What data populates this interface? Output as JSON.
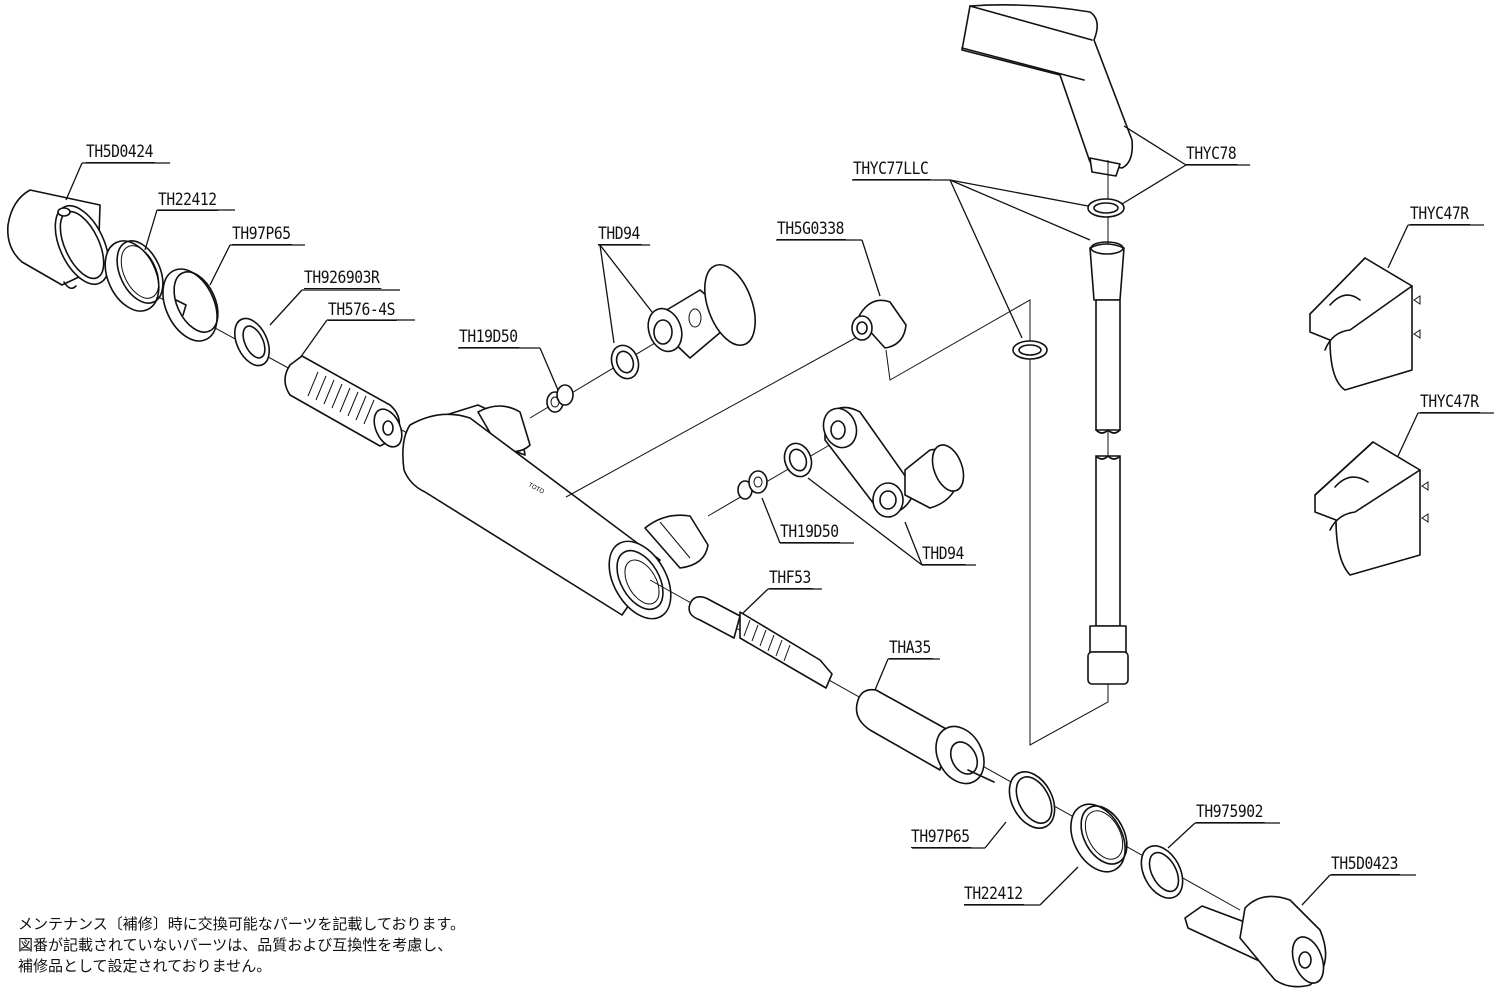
{
  "diagram": {
    "title": "Thermostatic shower mixer exploded parts diagram",
    "part_labels": [
      {
        "id": "th5d0424",
        "text": "TH5D0424"
      },
      {
        "id": "th22412-top",
        "text": "TH22412"
      },
      {
        "id": "th97p65-top",
        "text": "TH97P65"
      },
      {
        "id": "th926903r",
        "text": "TH926903R"
      },
      {
        "id": "th576-4s",
        "text": "TH576-4S"
      },
      {
        "id": "th19d50-top",
        "text": "TH19D50"
      },
      {
        "id": "thd94-top",
        "text": "THD94"
      },
      {
        "id": "th5g0338",
        "text": "TH5G0338"
      },
      {
        "id": "thyc77llc",
        "text": "THYC77LLC"
      },
      {
        "id": "thyc78",
        "text": "THYC78"
      },
      {
        "id": "thyc47r-top",
        "text": "THYC47R"
      },
      {
        "id": "thyc47r-bottom",
        "text": "THYC47R"
      },
      {
        "id": "th19d50-bottom",
        "text": "TH19D50"
      },
      {
        "id": "thd94-bottom",
        "text": "THD94"
      },
      {
        "id": "thf53",
        "text": "THF53"
      },
      {
        "id": "tha35",
        "text": "THA35"
      },
      {
        "id": "th97p65-bottom",
        "text": "TH97P65"
      },
      {
        "id": "th975902",
        "text": "TH975902"
      },
      {
        "id": "th22412-bottom",
        "text": "TH22412"
      },
      {
        "id": "th5d0423",
        "text": "TH5D0423"
      }
    ],
    "body_marking": "TOTO",
    "note_lines": [
      "メンテナンス〔補修〕時に交換可能なパーツを記載しております。",
      "図番が記載されていないパーツは、品質および互換性を考慮し、",
      "補修品として設定されておりません。"
    ]
  }
}
